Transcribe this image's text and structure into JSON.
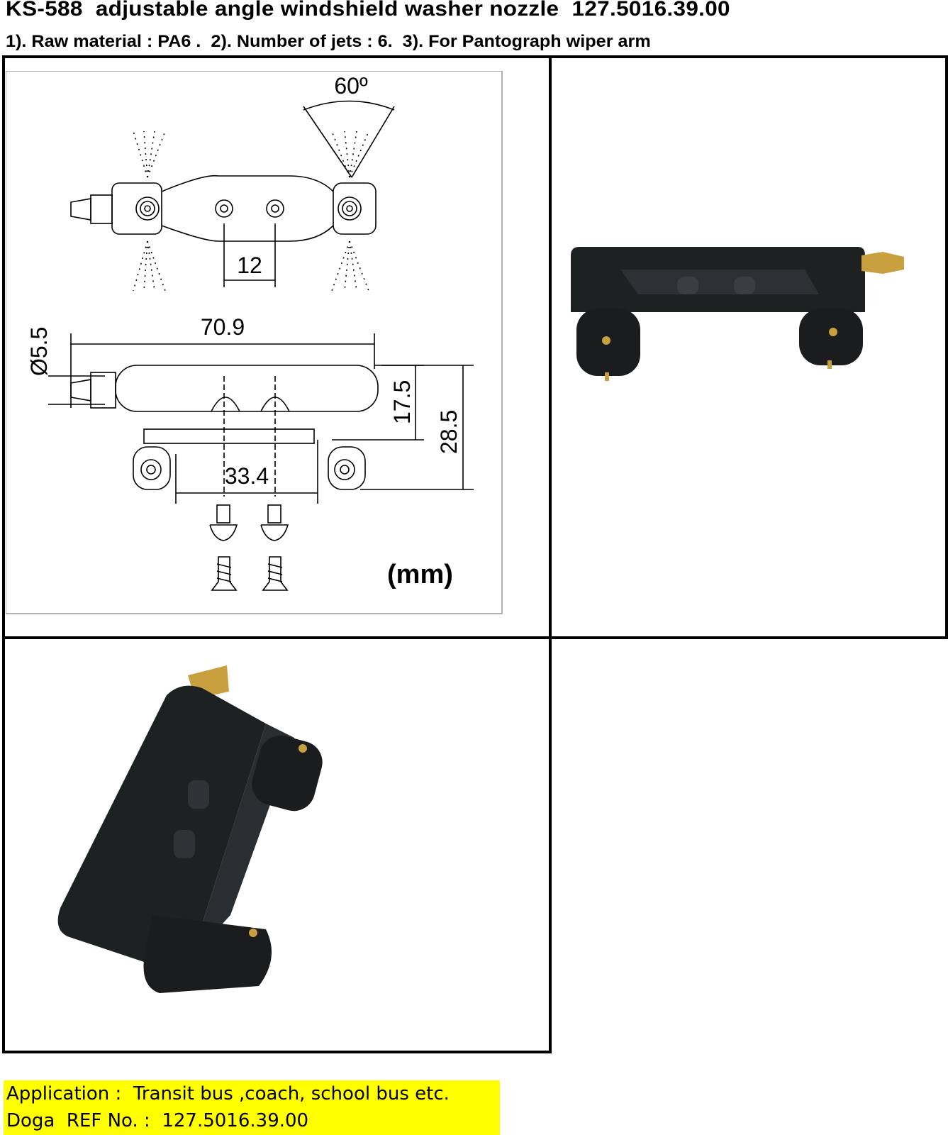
{
  "header": {
    "title": "KS-588  adjustable angle windshield washer nozzle  127.5016.39.00",
    "specs": "1). Raw material : PA6 .  2). Number of jets : 6.  3). For Pantograph wiper arm"
  },
  "drawing": {
    "angle": "60º",
    "hole_spacing": "12",
    "length": "70.9",
    "diameter": "Ø5.5",
    "height_body": "17.5",
    "height_total": "28.5",
    "leg_spacing": "33.4",
    "units": "(mm)"
  },
  "footer": {
    "application": "Application :  Transit bus ,coach, school bus etc.",
    "ref": "Doga  REF No. :  127.5016.39.00"
  },
  "colors": {
    "highlight": "#ffff00",
    "brass": "#c9a040",
    "body": "#1a1c1d"
  }
}
